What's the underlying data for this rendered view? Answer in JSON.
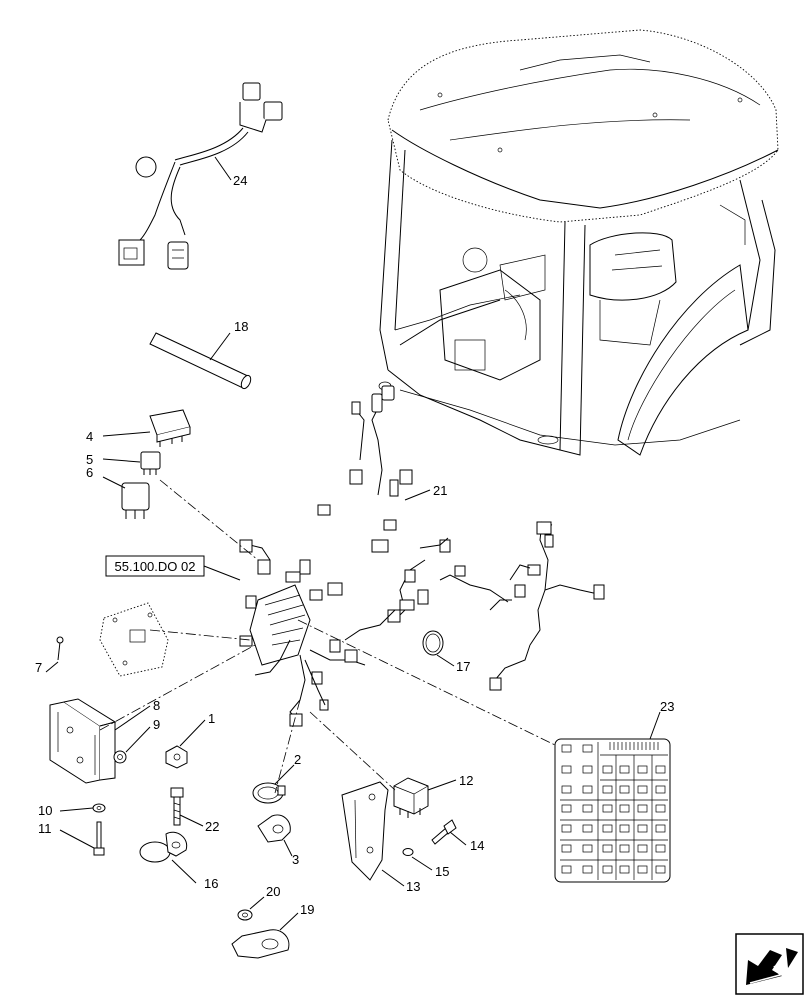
{
  "reference_box": {
    "label": "55.100.DO 02"
  },
  "callouts": {
    "c1": "1",
    "c2": "2",
    "c3": "3",
    "c4": "4",
    "c5": "5",
    "c6": "6",
    "c7": "7",
    "c8": "8",
    "c9": "9",
    "c10": "10",
    "c11": "11",
    "c12": "12",
    "c13": "13",
    "c14": "14",
    "c15": "15",
    "c16": "16",
    "c17": "17",
    "c18": "18",
    "c19": "19",
    "c20": "20",
    "c21": "21",
    "c22": "22",
    "c23": "23",
    "c24": "24"
  },
  "icons": {
    "nav": "next-page-arrow-icon"
  }
}
